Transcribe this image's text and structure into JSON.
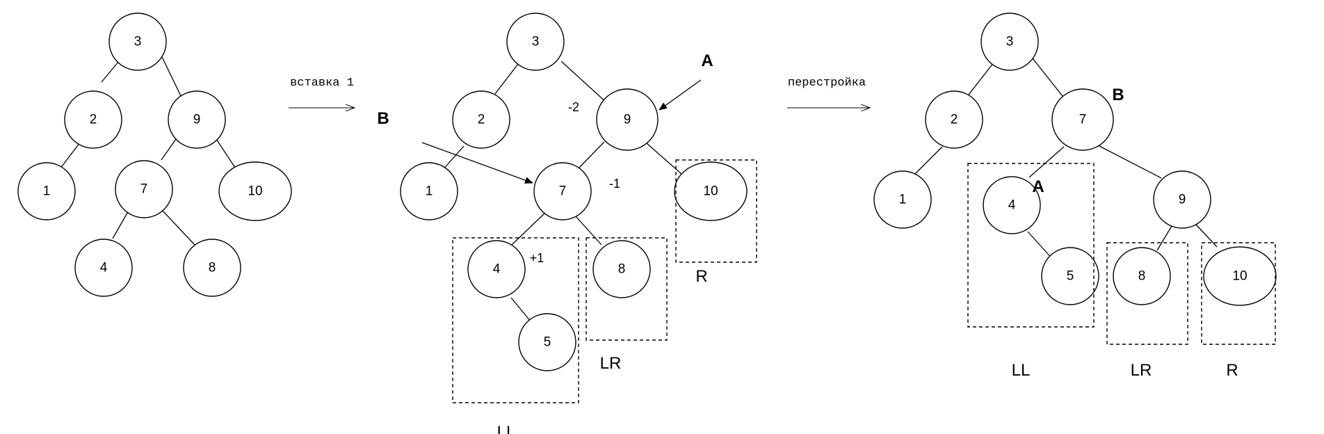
{
  "operations": {
    "insert": "вставка 1",
    "rebuild": "перестройка"
  },
  "tree1": {
    "nodes": [
      "3",
      "2",
      "9",
      "1",
      "7",
      "10",
      "4",
      "8"
    ]
  },
  "tree2": {
    "nodes": [
      "3",
      "2",
      "9",
      "1",
      "7",
      "10",
      "4",
      "8",
      "5"
    ],
    "balances": [
      "-2",
      "-1",
      "+1"
    ],
    "markers": [
      "A",
      "B"
    ],
    "subtrees": [
      "LL",
      "LR",
      "R"
    ]
  },
  "tree3": {
    "nodes": [
      "3",
      "2",
      "7",
      "1",
      "4",
      "9",
      "5",
      "8",
      "10"
    ],
    "markers": [
      "A",
      "B"
    ],
    "subtrees": [
      "LL",
      "LR",
      "R"
    ]
  },
  "colors": {
    "stroke": "#000000",
    "background": "#ffffff"
  }
}
